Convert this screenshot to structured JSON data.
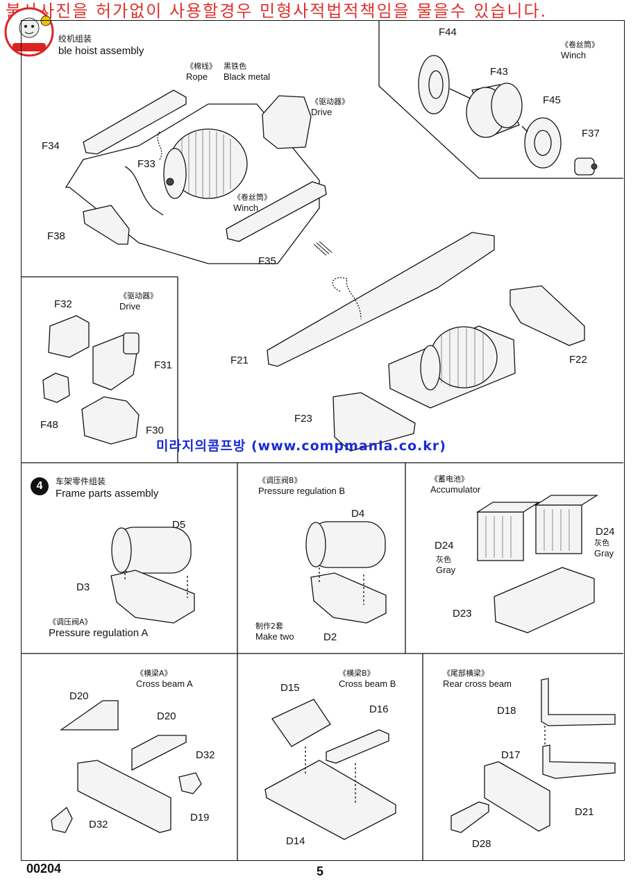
{
  "warning": "불사사진을 허가없이 사용할경우 민형사적법적책임을 물을수 있습니다.",
  "watermark": "미라지의콤프방 (www.compmania.co.kr)",
  "footer": {
    "code": "00204",
    "page": "5"
  },
  "panel_hoist": {
    "title_zh": "绞机组装",
    "title_en": "ble hoist assembly",
    "rope": {
      "zh": "《棉线》",
      "en": "Rope"
    },
    "black_metal": {
      "zh": "黑铁色",
      "en": "Black metal"
    },
    "drive": {
      "zh": "《驱动器》",
      "en": "Drive"
    },
    "winch": {
      "zh": "《卷丝筒》",
      "en": "Winch"
    },
    "parts": [
      "F34",
      "F33",
      "F38",
      "F35"
    ]
  },
  "panel_winch": {
    "winch": {
      "zh": "《卷丝筒》",
      "en": "Winch"
    },
    "parts": [
      "F44",
      "F43",
      "F45",
      "F37"
    ]
  },
  "panel_drive": {
    "drive": {
      "zh": "《驱动器》",
      "en": "Drive"
    },
    "parts": [
      "F32",
      "F31",
      "F48",
      "F30"
    ]
  },
  "panel_frame_hoist": {
    "parts": [
      "F21",
      "F22",
      "F23"
    ]
  },
  "step4": {
    "number": "4",
    "title_zh": "车架零件组装",
    "title_en": "Frame parts assembly"
  },
  "panel_pressure_a": {
    "label": {
      "zh": "《调压阀A》",
      "en": "Pressure regulation A"
    },
    "parts": [
      "D5",
      "D3"
    ]
  },
  "panel_pressure_b": {
    "label": {
      "zh": "《调压阀B》",
      "en": "Pressure regulation B"
    },
    "make": {
      "zh": "制作2套",
      "en": "Make two"
    },
    "parts": [
      "D4",
      "D2"
    ]
  },
  "panel_accumulator": {
    "label": {
      "zh": "《蓄电池》",
      "en": "Accumulator"
    },
    "gray": {
      "zh": "灰色",
      "en": "Gray"
    },
    "parts": [
      "D24",
      "D24",
      "D23"
    ]
  },
  "panel_cross_a": {
    "label": {
      "zh": "《横梁A》",
      "en": "Cross beam A"
    },
    "parts": [
      "D20",
      "D20",
      "D32",
      "D32",
      "D19"
    ]
  },
  "panel_cross_b": {
    "label": {
      "zh": "《横梁B》",
      "en": "Cross beam B"
    },
    "parts": [
      "D15",
      "D16",
      "D14"
    ]
  },
  "panel_rear": {
    "label": {
      "zh": "《尾部横梁》",
      "en": "Rear cross beam"
    },
    "parts": [
      "D18",
      "D17",
      "D21",
      "D28"
    ]
  }
}
